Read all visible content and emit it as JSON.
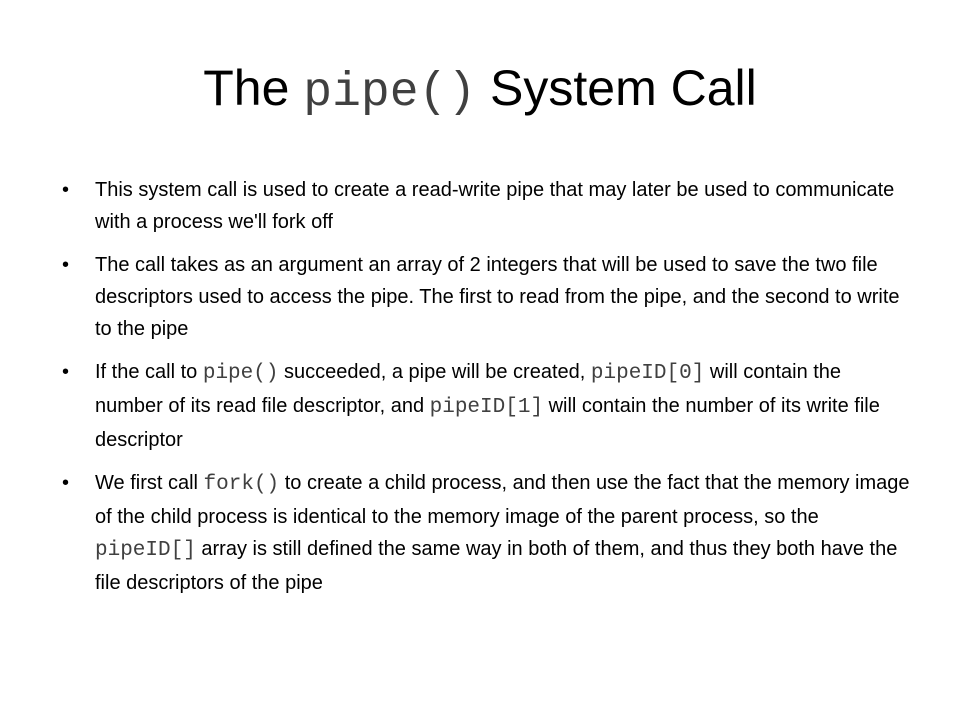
{
  "title": {
    "prefix": "The ",
    "code": "pipe()",
    "suffix": " System Call"
  },
  "bullet_symbol": "•",
  "bullets": [
    {
      "parts": [
        {
          "t": "text",
          "v": "This system call is used to create a read-write pipe that may later be used to communicate with a process we'll fork off"
        }
      ]
    },
    {
      "parts": [
        {
          "t": "text",
          "v": "The call takes as an argument an array of 2 integers that will be used to save the two file descriptors used to access the pipe. The first to read from the pipe, and the second to write to the pipe"
        }
      ]
    },
    {
      "parts": [
        {
          "t": "text",
          "v": "If the call to "
        },
        {
          "t": "code",
          "v": "pipe()"
        },
        {
          "t": "text",
          "v": " succeeded, a pipe will be created, "
        },
        {
          "t": "code",
          "v": "pipeID[0]"
        },
        {
          "t": "text",
          "v": " will contain the number of its read file descriptor, and "
        },
        {
          "t": "code",
          "v": "pipeID[1]"
        },
        {
          "t": "text",
          "v": " will contain the number of its write file descriptor"
        }
      ]
    },
    {
      "parts": [
        {
          "t": "text",
          "v": "We first call "
        },
        {
          "t": "code",
          "v": "fork()"
        },
        {
          "t": "text",
          "v": " to create a child process, and then use the fact that the memory image of the child process is identical to the memory image of the parent process, so the "
        },
        {
          "t": "code",
          "v": "pipeID[]"
        },
        {
          "t": "text",
          "v": " array is still defined the same way in both of them, and thus they both have the file descriptors of the pipe"
        }
      ]
    }
  ]
}
